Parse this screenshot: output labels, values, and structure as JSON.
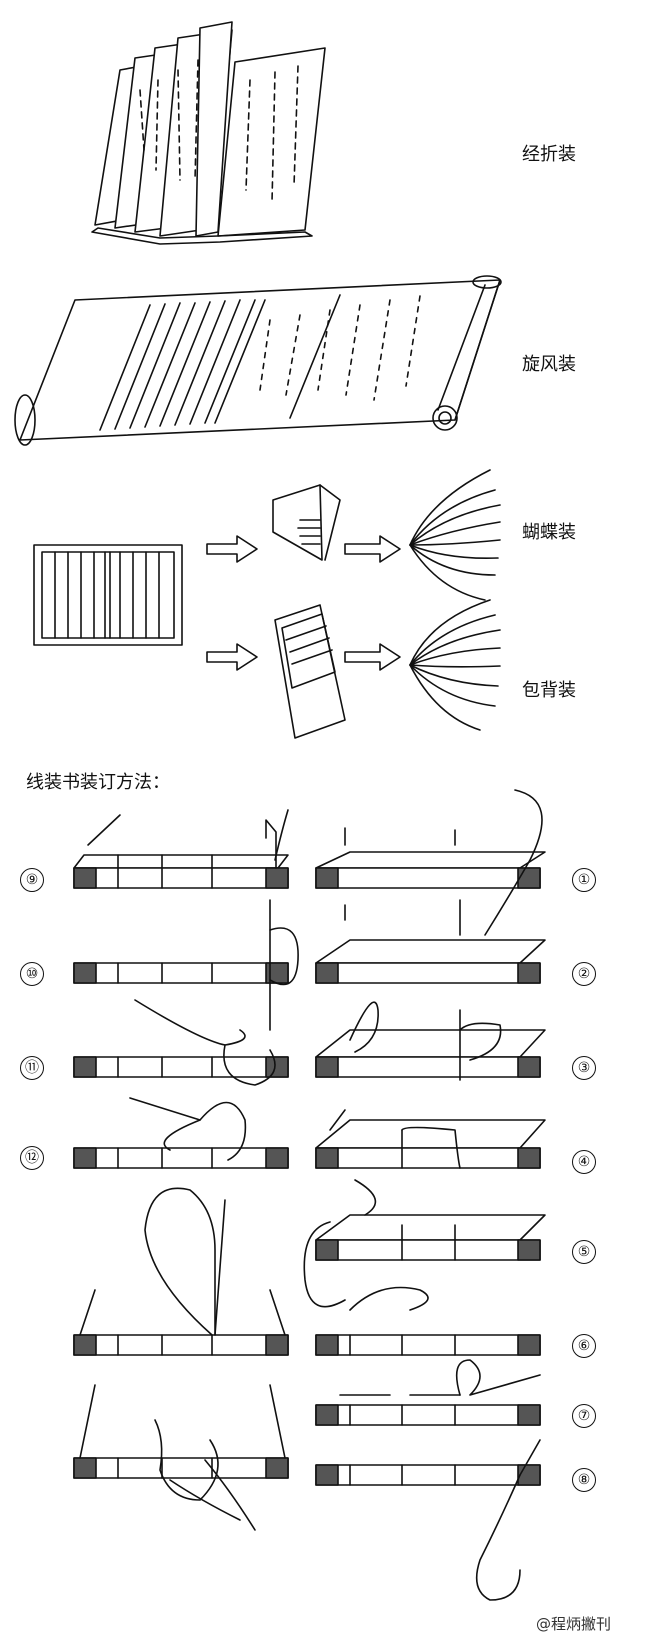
{
  "labels": {
    "accordion": "经折装",
    "whirlwind": "旋风装",
    "butterfly": "蝴蝶装",
    "wrapped_back": "包背装"
  },
  "thread_heading": "线装书装订方法：",
  "steps_left": [
    "⑨",
    "⑩",
    "⑪",
    "⑫"
  ],
  "steps_right": [
    "①",
    "②",
    "③",
    "④",
    "⑤",
    "⑥",
    "⑦",
    "⑧"
  ],
  "watermark": "@程炳撇刊"
}
